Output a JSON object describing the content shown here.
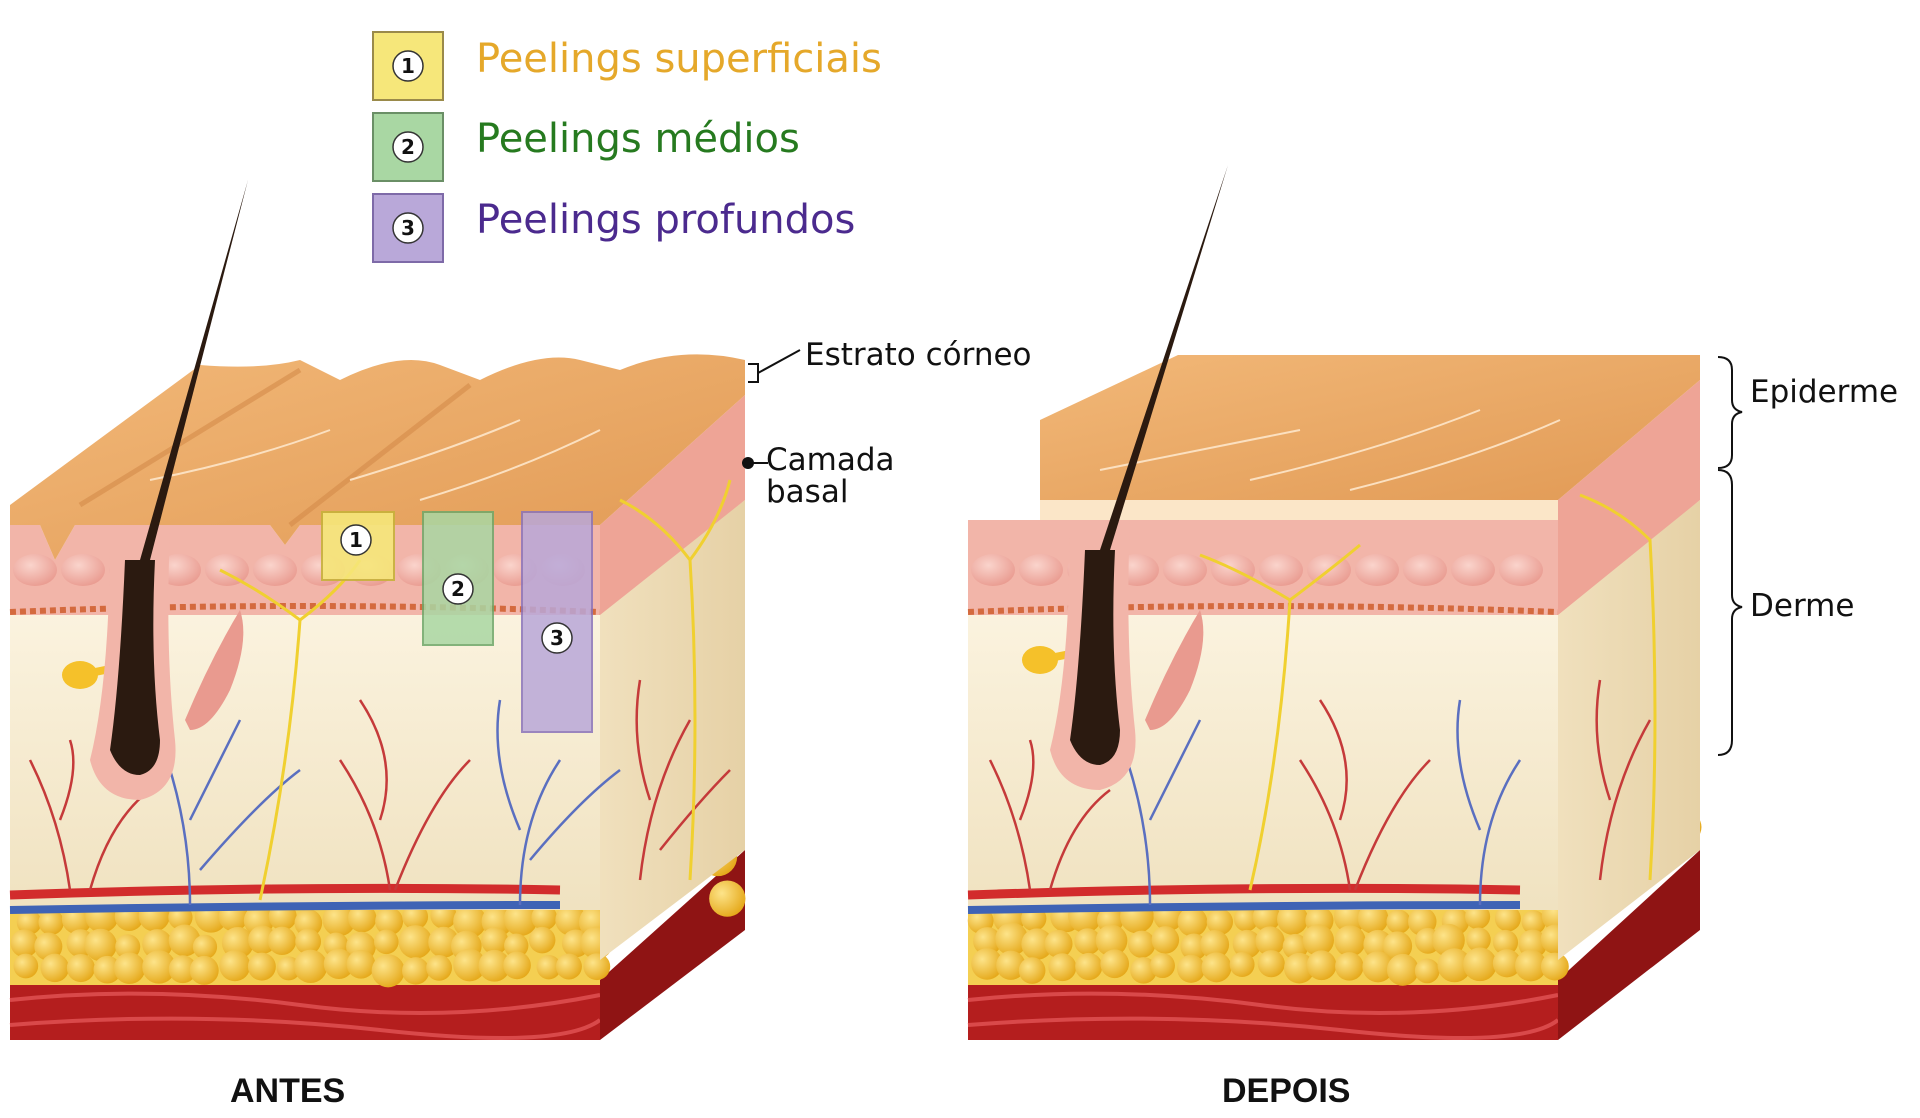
{
  "legend": [
    {
      "num": "1",
      "label": "Peelings superficiais",
      "box_color": "#f6e77a",
      "text_color": "#e5a82a"
    },
    {
      "num": "2",
      "label": "Peelings médios",
      "box_color": "#a9d7a3",
      "text_color": "#267a1f"
    },
    {
      "num": "3",
      "label": "Peelings profundos",
      "box_color": "#b9a8d9",
      "text_color": "#4b2a8e"
    }
  ],
  "labels": {
    "estrato": "Estrato córneo",
    "camada_1": "Camada",
    "camada_2": "basal",
    "epiderme": "Epiderme",
    "derme": "Derme"
  },
  "captions": {
    "antes": "ANTES",
    "depois": "DEPOIS"
  },
  "colors": {
    "skin_top": "#e9a766",
    "epidermis": "#f2b5a9",
    "dermis": "#f7ecd2",
    "fat": "#f2c12b",
    "muscle": "#b41e1e",
    "hair": "#2b1a10",
    "artery": "#d22c2c",
    "vein": "#3f63b5",
    "nerve": "#f0d030"
  }
}
